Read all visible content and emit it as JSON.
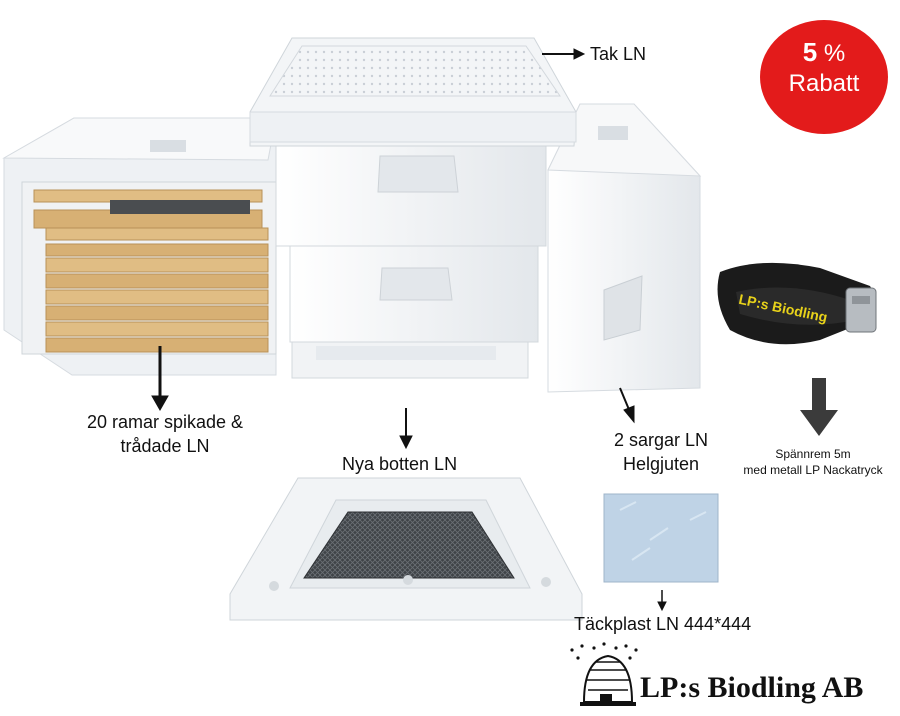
{
  "labels": {
    "roof": "Tak LN",
    "frames_line1": "20 ramar spikade &",
    "frames_line2": "trådade LN",
    "bottom": "Nya botten LN",
    "boxes_line1": "2 sargar LN",
    "boxes_line2": "Helgjuten",
    "cover": "Täckplast LN 444*444",
    "strap_line1": "Spännrem 5m",
    "strap_line2": "med metall LP Nackatryck"
  },
  "badge": {
    "number": "5",
    "percent": "%",
    "text": "Rabatt",
    "color": "#e31b1b"
  },
  "strap_print": "LP:s Biodling",
  "logo": {
    "name": "LP:s Biodling AB"
  },
  "colors": {
    "foam": "#f4f5f6",
    "wood": "#d9b47a",
    "mesh": "#3a3d40",
    "cover_plastic": "#bfd3e6",
    "strap": "#1a1a1a",
    "strap_print": "#e8d21a"
  }
}
